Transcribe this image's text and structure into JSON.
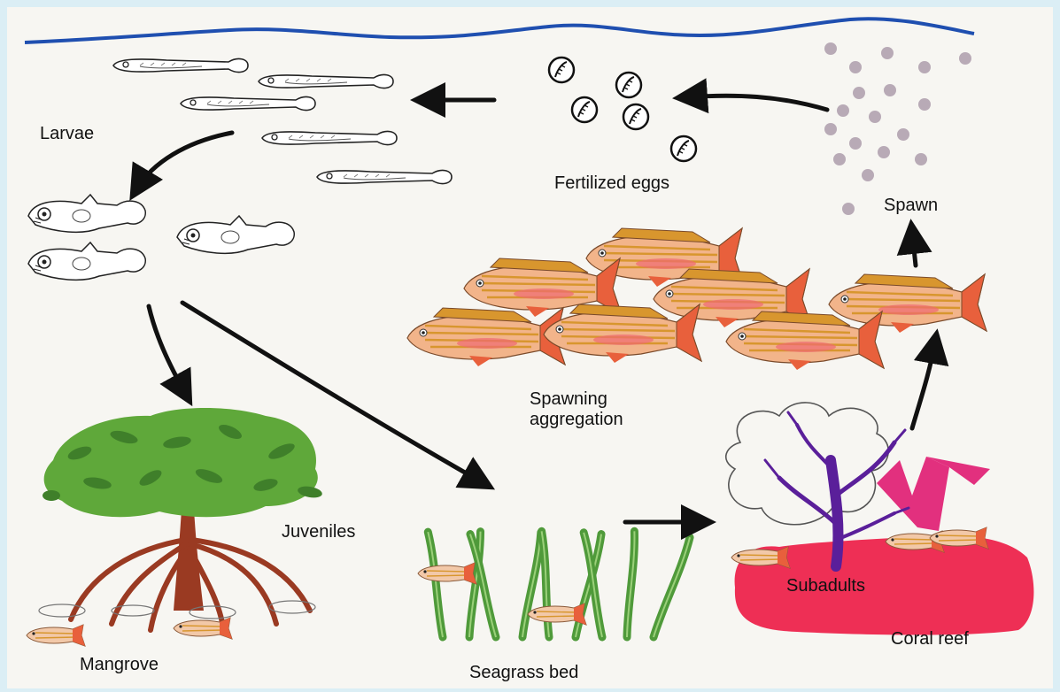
{
  "diagram": {
    "labels": {
      "larvae": "Larvae",
      "fertilized_eggs": "Fertilized eggs",
      "spawn": "Spawn",
      "spawning_aggregation_line1": "Spawning",
      "spawning_aggregation_line2": "aggregation",
      "juveniles": "Juveniles",
      "mangrove": "Mangrove",
      "seagrass_bed": "Seagrass bed",
      "subadults": "Subadults",
      "coral_reef": "Coral reef"
    },
    "colors": {
      "background": "#f7f6f2",
      "frame": "#dbeef5",
      "water_line": "#1f4fb0",
      "arrow": "#111111",
      "egg_dot": "#b8aab6",
      "fish_body": "#f2b48a",
      "fish_stripe": "#d8962e",
      "fish_tail": "#e8603c",
      "leaf": "#5fa83a",
      "trunk": "#9a3a22",
      "seagrass": "#4f9a3a",
      "coral_base": "#ee2f55",
      "coral_pink": "#e2307e",
      "sea_fan": "#5a1f9a"
    }
  }
}
